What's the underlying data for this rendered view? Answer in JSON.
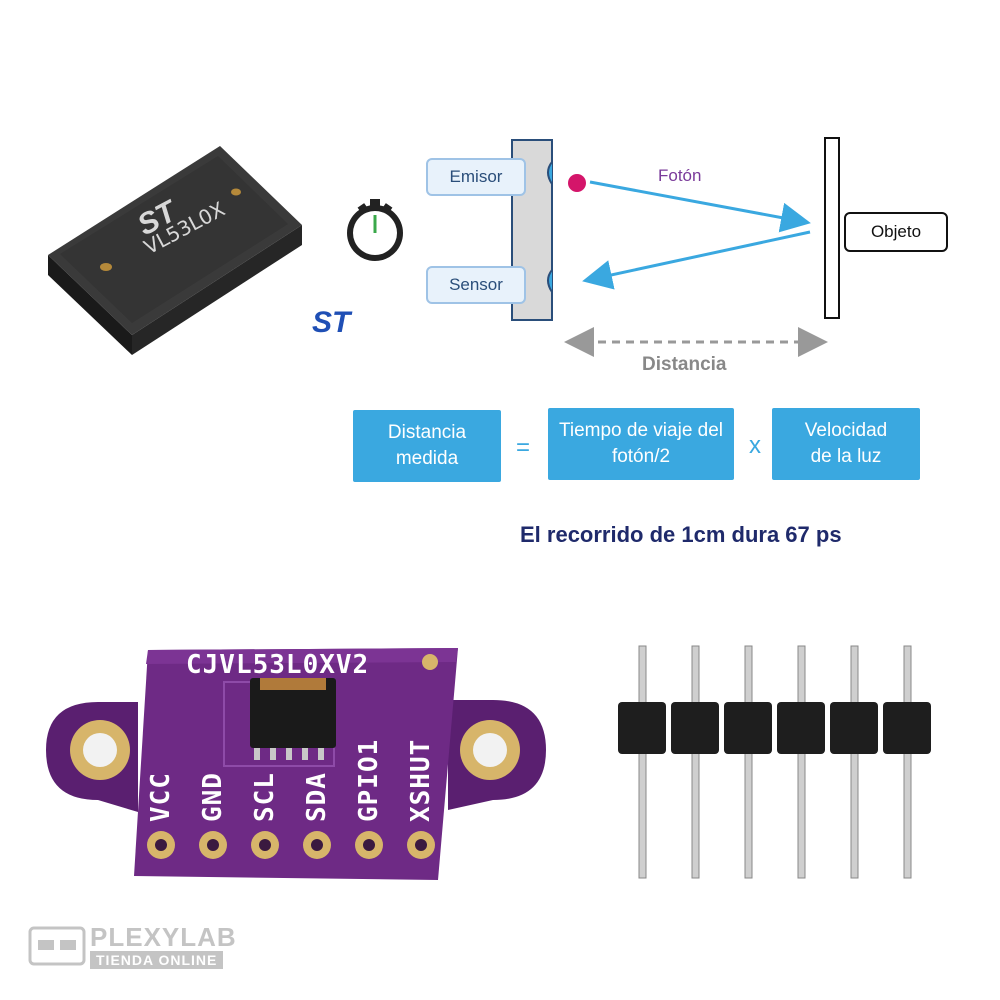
{
  "chip": {
    "label": "VL53L0X",
    "logo_text": "ST"
  },
  "diagram": {
    "emitter_label": "Emisor",
    "sensor_label": "Sensor",
    "photon_label": "Fotón",
    "object_label": "Objeto",
    "distance_label": "Distancia",
    "logo_text": "ST"
  },
  "formula": {
    "left": "Distancia medida",
    "equals": "=",
    "middle": "Tiempo de viaje del fotón/2",
    "times": "x",
    "right": "Velocidad de la luz"
  },
  "caption": "El recorrido de 1cm dura 67 ps",
  "board": {
    "title": "CJVL53L0XV2",
    "pins": [
      "VCC",
      "GND",
      "SCL",
      "SDA",
      "GPIO1",
      "XSHUT"
    ]
  },
  "header_pins": {
    "count": 6
  },
  "watermark": {
    "brand": "PLEXYLAB",
    "tagline": "TIENDA ONLINE"
  },
  "colors": {
    "formula_blue": "#3aa8e0",
    "caption_navy": "#1f2a6b",
    "board_purple": "#6e2a85",
    "photon_dot": "#d4156a",
    "arrow_blue": "#3aa8e0"
  }
}
